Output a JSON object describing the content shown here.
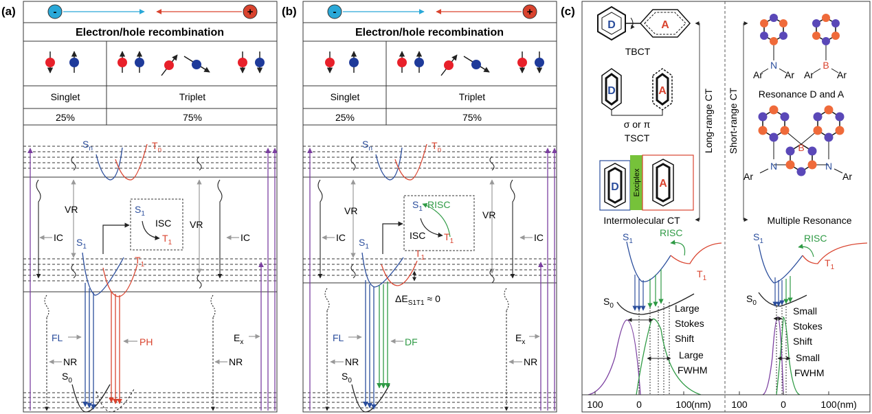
{
  "panel_a": {
    "label": "(a)",
    "minus_sign": "-",
    "plus_sign": "+",
    "title": "Electron/hole recombination",
    "singlet": "Singlet",
    "triplet": "Triplet",
    "singlet_pct": "25%",
    "triplet_pct": "75%",
    "sn": "S",
    "sn_sub": "n",
    "tn": "T",
    "tn_sub": "n",
    "s1": "S",
    "s1_sub": "1",
    "t1": "T",
    "t1_sub": "1",
    "s0": "S",
    "s0_sub": "0",
    "vr": "VR",
    "ic": "IC",
    "isc": "ISC",
    "fl": "FL",
    "ph": "PH",
    "ex": "E",
    "ex_sub": "x",
    "nr": "NR"
  },
  "panel_b": {
    "label": "(b)",
    "minus_sign": "-",
    "plus_sign": "+",
    "title": "Electron/hole recombination",
    "singlet": "Singlet",
    "triplet": "Triplet",
    "singlet_pct": "25%",
    "triplet_pct": "75%",
    "sn": "S",
    "sn_sub": "n",
    "tn": "T",
    "tn_sub": "n",
    "s1": "S",
    "s1_sub": "1",
    "t1": "T",
    "t1_sub": "1",
    "s0": "S",
    "s0_sub": "0",
    "vr": "VR",
    "ic": "IC",
    "isc": "ISC",
    "risc": "RISC",
    "fl": "FL",
    "df": "DF",
    "ex": "E",
    "ex_sub": "x",
    "nr": "NR",
    "delta_e": "ΔE",
    "delta_e_sub": "S1T1",
    "delta_e_tail": " ≈ 0"
  },
  "panel_c": {
    "label": "(c)",
    "donor": "D",
    "acceptor": "A",
    "tbct": "TBCT",
    "sigma_pi": "σ or π",
    "tsct": "TSCT",
    "exciplex": "Exciplex",
    "intermolecular": "Intermolecular CT",
    "long_range": "Long-range CT",
    "short_range": "Short-range CT",
    "ar": "Ar",
    "n_atom": "N",
    "b_atom": "B",
    "resonance": "Resonance D and A",
    "multiple_resonance": "Multiple Resonance",
    "s1": "S",
    "s1_sub": "1",
    "t1": "T",
    "t1_sub": "1",
    "s0": "S",
    "s0_sub": "0",
    "risc": "RISC",
    "large_stokes": [
      "Large",
      "Stokes",
      "Shift"
    ],
    "large_fwhm": [
      "Large",
      "FWHM"
    ],
    "small_stokes": [
      "Small",
      "Stokes",
      "Shift"
    ],
    "small_fwhm": [
      "Small",
      "FWHM"
    ],
    "ticks_left": [
      "100",
      "0",
      "100"
    ],
    "ticks_right": [
      "100",
      "0",
      "100"
    ],
    "unit": "(nm)"
  },
  "colors": {
    "singlet_blue": "#2a4d9c",
    "triplet_red": "#d9432e",
    "green": "#2e9a44",
    "purple": "#7b3fa0",
    "cyan": "#29a8d8",
    "orange_atom": "#ef6a3a",
    "violet_atom": "#5a48b8"
  }
}
